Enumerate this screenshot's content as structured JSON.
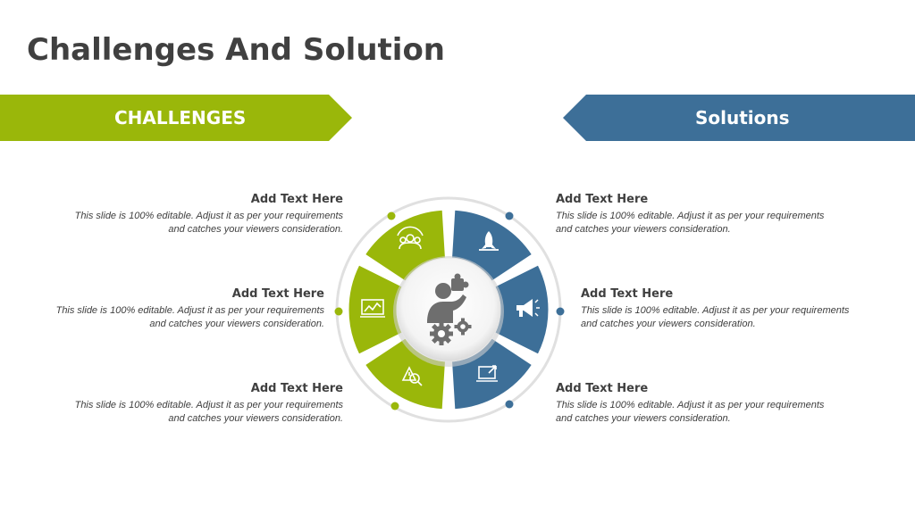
{
  "title": "Challenges And Solution",
  "colors": {
    "challenge": "#9ab70a",
    "solution": "#3d6f98",
    "text": "#404040",
    "ring": "#e0e0e0",
    "icon": "#6e6e6e"
  },
  "challenges": {
    "label": "CHALLENGES",
    "items": [
      {
        "heading": "Add Text Here",
        "body_line1": "This slide is 100% editable. Adjust it as per your requirements",
        "body_line2": "and catches your viewers consideration."
      },
      {
        "heading": "Add Text Here",
        "body_line1": "This slide is 100% editable. Adjust it as per your requirements",
        "body_line2": "and catches your viewers consideration."
      },
      {
        "heading": "Add Text Here",
        "body_line1": "This slide is 100% editable. Adjust it as per your requirements",
        "body_line2": "and catches your viewers consideration."
      }
    ]
  },
  "solutions": {
    "label": "Solutions",
    "items": [
      {
        "heading": "Add Text Here",
        "body_line1": "This slide is 100% editable. Adjust it as per your requirements",
        "body_line2": "and catches your viewers consideration."
      },
      {
        "heading": "Add Text Here",
        "body_line1": "This slide is 100% editable. Adjust it as per your requirements",
        "body_line2": "and catches your viewers consideration."
      },
      {
        "heading": "Add Text Here",
        "body_line1": "This slide is 100% editable. Adjust it as per your requirements",
        "body_line2": "and catches your viewers consideration."
      }
    ]
  },
  "icons": [
    "team-icon",
    "chart-icon",
    "risk-search-icon",
    "rocket-icon",
    "megaphone-icon",
    "laptop-rocket-icon",
    "person-gears-icon"
  ]
}
